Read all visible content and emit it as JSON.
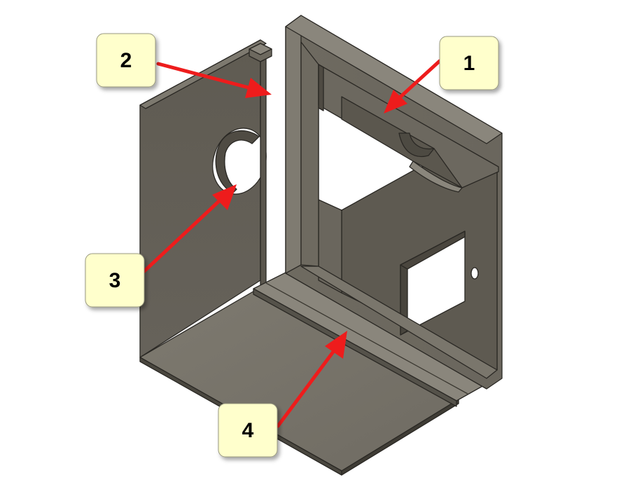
{
  "callouts": [
    {
      "id": "1",
      "label": "1"
    },
    {
      "id": "2",
      "label": "2"
    },
    {
      "id": "3",
      "label": "3"
    },
    {
      "id": "4",
      "label": "4"
    }
  ],
  "colors": {
    "background": "#ffffff",
    "model_front": "#6b665e",
    "model_top": "#7c786e",
    "model_side": "#5d594f",
    "model_edge": "#2a2824",
    "arrow": "#ee1c1c",
    "callout_fill": "#ffffcc",
    "callout_border": "#9a9a80"
  }
}
